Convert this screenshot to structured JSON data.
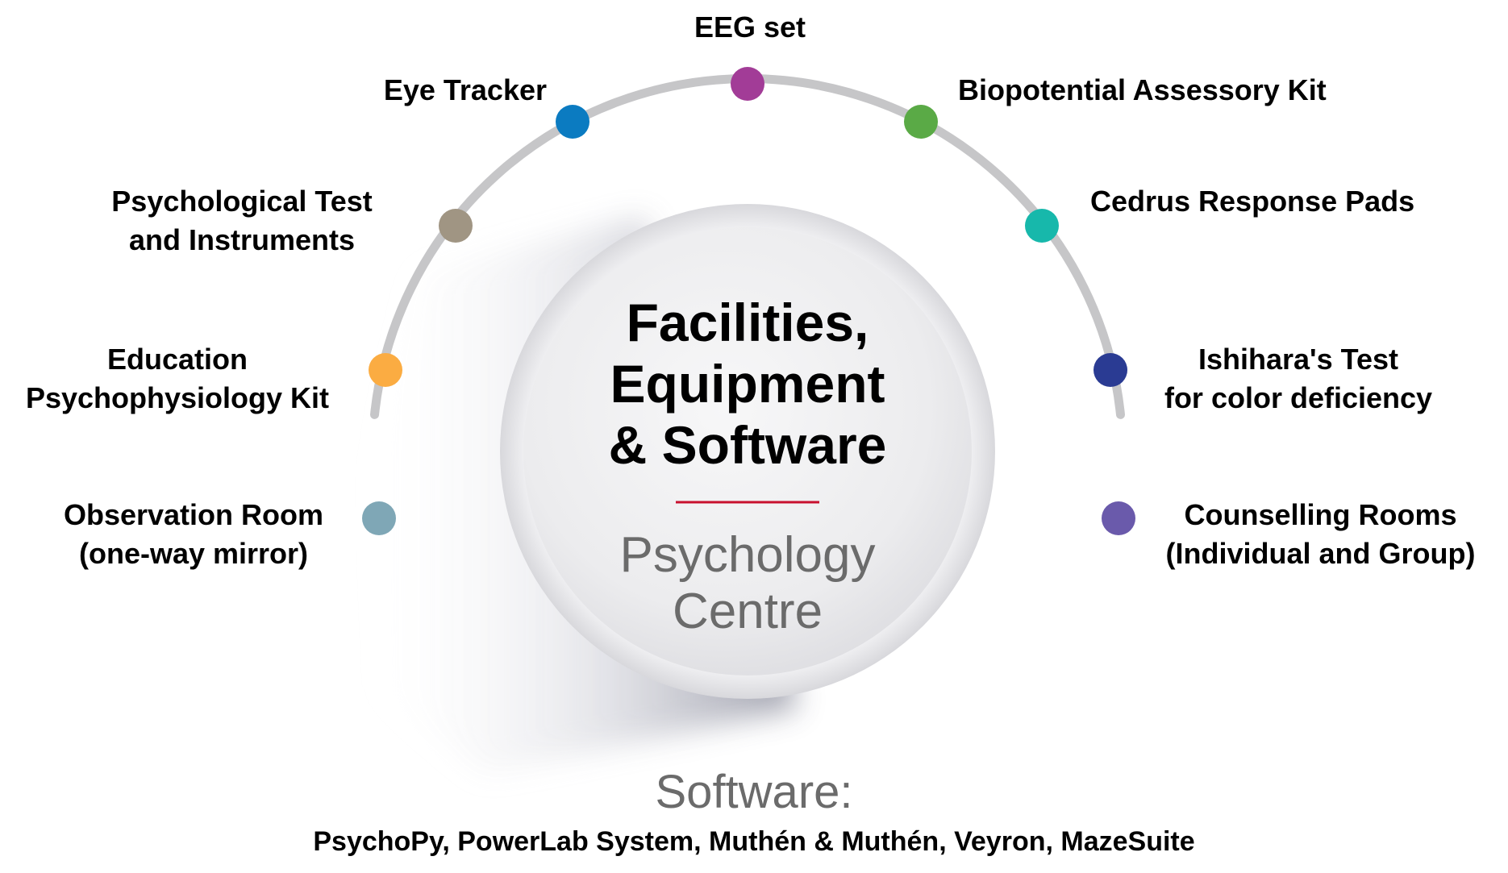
{
  "center": {
    "title_lines": [
      "Facilities,",
      "Equipment",
      "& Software"
    ],
    "subtitle_lines": [
      "Psychology",
      "Centre"
    ],
    "divider_color": "#c8102e"
  },
  "nodes": [
    {
      "id": "eeg",
      "lines": [
        "EEG set"
      ],
      "color": "#a23c97"
    },
    {
      "id": "eye-tracker",
      "lines": [
        "Eye Tracker"
      ],
      "color": "#0b7bc1"
    },
    {
      "id": "biopotential",
      "lines": [
        "Biopotential Assessory Kit"
      ],
      "color": "#5aaa46"
    },
    {
      "id": "psych-test",
      "lines": [
        "Psychological Test",
        "and Instruments"
      ],
      "color": "#a09583"
    },
    {
      "id": "cedrus",
      "lines": [
        "Cedrus Response Pads"
      ],
      "color": "#17b8ab"
    },
    {
      "id": "education-kit",
      "lines": [
        "Education",
        "Psychophysiology Kit"
      ],
      "color": "#fbac42"
    },
    {
      "id": "ishihara",
      "lines": [
        "Ishihara's Test",
        "for color deficiency"
      ],
      "color": "#2a3b93"
    },
    {
      "id": "observation-room",
      "lines": [
        "Observation Room",
        "(one-way mirror)"
      ],
      "color": "#7fa7b6"
    },
    {
      "id": "counselling-rooms",
      "lines": [
        "Counselling Rooms",
        "(Individual and Group)"
      ],
      "color": "#6a5aab"
    }
  ],
  "software": {
    "heading": "Software:",
    "list": "PsychoPy, PowerLab System, Muthén & Muthén, Veyron, MazeSuite"
  },
  "arc_color": "#c6c6c8"
}
